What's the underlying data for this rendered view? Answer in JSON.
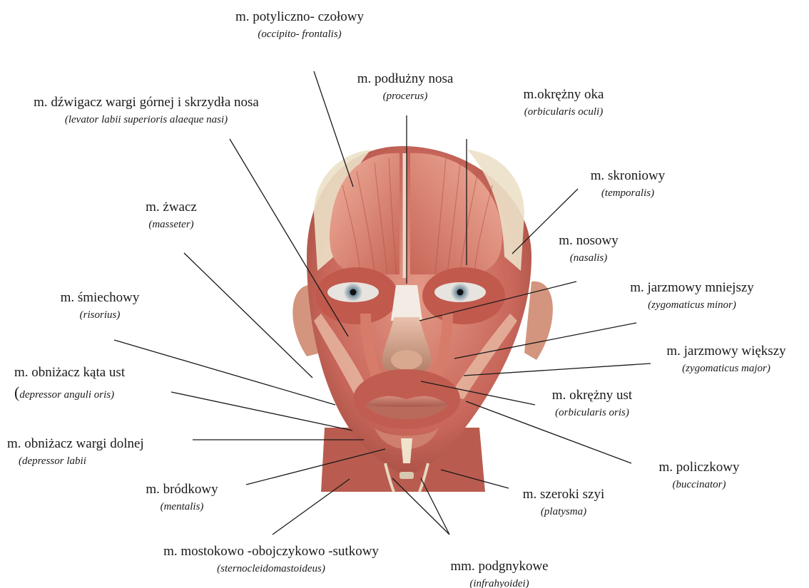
{
  "labels": {
    "occipitofrontalis": {
      "pl": "m. potyliczno- czołowy",
      "la": "(occipito- frontalis)"
    },
    "procerus": {
      "pl": "m. podłużny nosa",
      "la": "(procerus)"
    },
    "orbicularis_oculi": {
      "pl": "m.okrężny oka",
      "la": "(orbicularis oculi)"
    },
    "levator": {
      "pl": "m. dźwigacz wargi górnej i skrzydła nosa",
      "la": "(levator labii superioris alaeque nasi)"
    },
    "temporalis": {
      "pl": "m. skroniowy",
      "la": "(temporalis)"
    },
    "masseter": {
      "pl": "m. żwacz",
      "la": "(masseter)"
    },
    "nasalis": {
      "pl": "m. nosowy",
      "la": "(nasalis)"
    },
    "zyg_minor": {
      "pl": "m. jarzmowy mniejszy",
      "la": "(zygomaticus minor)"
    },
    "risorius": {
      "pl": "m. śmiechowy",
      "la": "(risorius)"
    },
    "zyg_major": {
      "pl": "m. jarzmowy większy",
      "la": "(zygomaticus major)"
    },
    "depressor_anguli": {
      "pl": "m. obniżacz kąta ust",
      "paren": "(",
      "la": "depressor anguli oris)"
    },
    "orbicularis_oris": {
      "pl": "m. okrężny ust",
      "la": "(orbicularis oris)"
    },
    "depressor_labii": {
      "pl": "m. obniżacz wargi dolnej",
      "la": "(depressor labii"
    },
    "buccinator": {
      "pl": "m. policzkowy",
      "la": "(buccinator)"
    },
    "mentalis": {
      "pl": "m. bródkowy",
      "la": "(mentalis)"
    },
    "platysma": {
      "pl": "m. szeroki szyi",
      "la": "(platysma)"
    },
    "scm": {
      "pl": "m. mostokowo -obojczykowo -sutkowy",
      "la": "(sternocleidomastoideus)"
    },
    "infrahyoid": {
      "pl": "mm. podgnykowe",
      "la": "(infrahyoidei)"
    }
  },
  "colors": {
    "muscle_base": "#c8665a",
    "muscle_light": "#e7a493",
    "muscle_dark": "#9c4236",
    "tendon": "#ece1c8",
    "skin": "#c99884",
    "leader_line": "#1a1a1a"
  }
}
